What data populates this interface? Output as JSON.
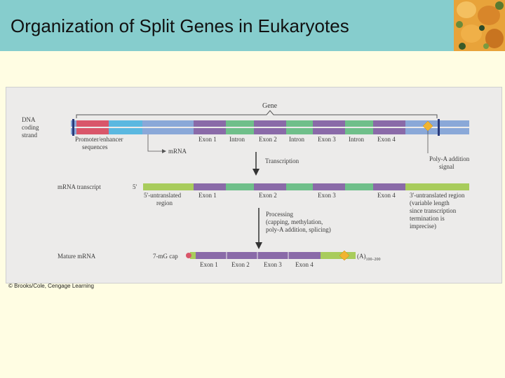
{
  "slide": {
    "title": "Organization of Split Genes in Eukaryotes"
  },
  "figure": {
    "gene_label": "Gene",
    "dna_label_line1": "DNA",
    "dna_label_line2": "coding",
    "dna_label_line3": "strand",
    "promoter_line1": "Promoter/enhancer",
    "promoter_line2": "sequences",
    "mrna_pointer": "mRNA",
    "dna_segments": [
      "Exon 1",
      "Intron",
      "Exon 2",
      "Intron",
      "Exon 3",
      "Intron",
      "Exon 4"
    ],
    "polya_line1": "Poly-A addition",
    "polya_line2": "signal",
    "transcription": "Transcription",
    "mrna_transcript_label": "mRNA transcript",
    "five_prime": "5'",
    "utr5_line1": "5'-untranslated",
    "utr5_line2": "region",
    "transcript_exons": [
      "Exon 1",
      "Exon 2",
      "Exon 3",
      "Exon 4"
    ],
    "utr3_line1": "3'-untranslated region",
    "utr3_line2": "(variable length",
    "utr3_line3": "since transcription",
    "utr3_line4": "termination is",
    "utr3_line5": "imprecise)",
    "processing_line1": "Processing",
    "processing_line2": "(capping, methylation,",
    "processing_line3": "poly-A addition, splicing)",
    "mature_label": "Mature mRNA",
    "cap_label": "7-mG cap",
    "polya_tail": "(A)",
    "polya_tail_sub": "100–200",
    "mature_exons": [
      "Exon 1",
      "Exon 2",
      "Exon 3",
      "Exon 4"
    ]
  },
  "credit": "© Brooks/Cole, Cengage Learning",
  "colors": {
    "header": "#86cdcd",
    "background": "#fffde3",
    "dna_blue": "#8aa8d8",
    "promoter_red": "#d9566a",
    "enhancer_cyan": "#5bb8e0",
    "exon_purple": "#8a6aa8",
    "intron_green": "#6fbf8a",
    "utr_green": "#a8cc5c",
    "polya_diamond": "#f0b430"
  }
}
